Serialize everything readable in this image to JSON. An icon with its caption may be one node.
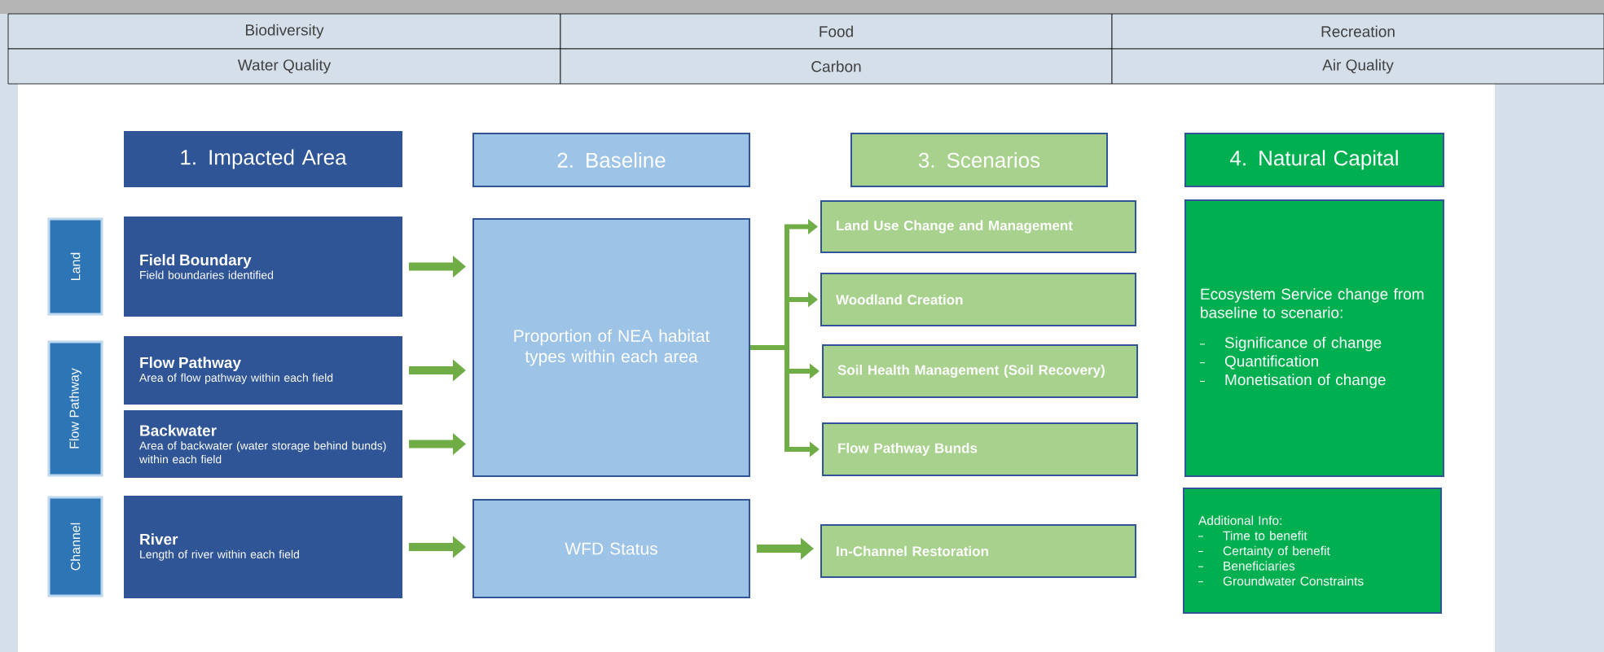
{
  "diagram": {
    "nodes": [
      {
        "text": [
          "1. Impacted Area"
        ]
      },
      {
        "text": [
          "2. Baseline"
        ]
      },
      {
        "text": [
          "3. Scenarios"
        ]
      },
      {
        "text": [
          "4. Natural Capital"
        ]
      },
      {
        "text": [
          "Land"
        ]
      },
      {
        "text": [
          "Field Boundary",
          "Field boundaries identified"
        ]
      },
      {
        "text": [
          "Proportion of NEA habitat types within each area"
        ]
      },
      {
        "text": [
          "Land Use Change and Management"
        ]
      },
      {
        "text": [
          "Woodland Creation"
        ]
      },
      {
        "text": [
          "Soil Health Management (Soil Recovery)"
        ]
      },
      {
        "text": [
          "Flow Pathway Bunds"
        ]
      },
      {
        "text": [
          "Ecosystem Service change from baseline to scenario:",
          "Significance of change",
          "Quantification",
          "Monetisation of change"
        ]
      },
      {
        "text": [
          "Flow Pathway"
        ]
      },
      {
        "text": [
          "Flow Pathway",
          "Area of flow pathway within each field"
        ]
      },
      {
        "text": [
          "Backwater",
          "Area of backwater (water storage behind bunds) within each field"
        ]
      },
      {
        "text": [
          "Channel"
        ]
      },
      {
        "text": [
          "River",
          "Length of river within each field"
        ]
      },
      {
        "text": [
          "WFD Status"
        ]
      },
      {
        "text": [
          "In-Channel Restoration"
        ]
      },
      {
        "text": [
          "Additional Info:",
          "Time to benefit",
          "Certainty of benefit",
          "Beneficiaries",
          "Groundwater Constraints"
        ]
      }
    ],
    "edges": [
      {
        "from": 5,
        "to": 6,
        "arrow": "to"
      },
      {
        "from": 13,
        "to": 6,
        "arrow": "to"
      },
      {
        "from": 14,
        "to": 6,
        "arrow": "to"
      },
      {
        "from": 6,
        "to": 7,
        "arrow": "to"
      },
      {
        "from": 6,
        "to": 8,
        "arrow": "to"
      },
      {
        "from": 6,
        "to": 9,
        "arrow": "to"
      },
      {
        "from": 6,
        "to": 10,
        "arrow": "to"
      },
      {
        "from": 16,
        "to": 17,
        "arrow": "to"
      },
      {
        "from": 17,
        "to": 18,
        "arrow": "to"
      }
    ],
    "labels": [
      "Biodiversity",
      "Food",
      "Recreation",
      "Water Quality",
      "Carbon",
      "Air Quality"
    ]
  }
}
